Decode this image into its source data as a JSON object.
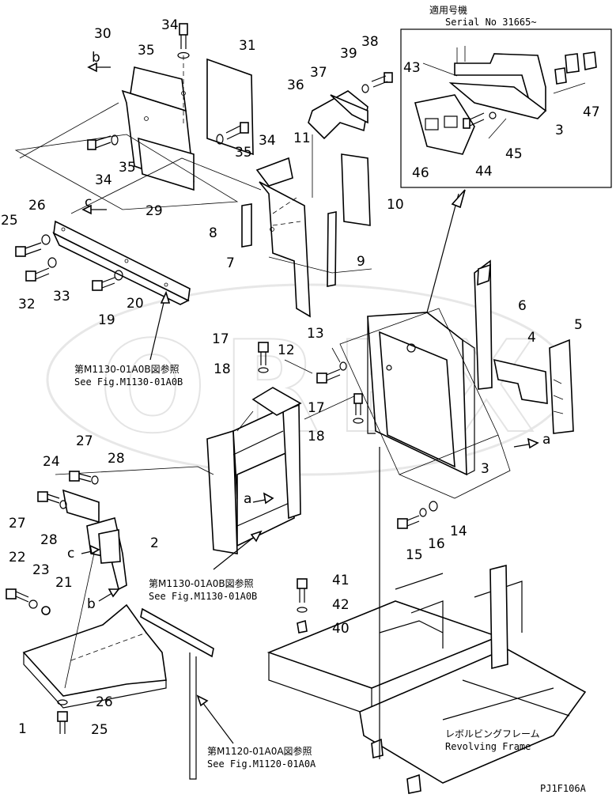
{
  "serial_box": {
    "jp_title": "適用号機",
    "serial": "Serial No 31665~"
  },
  "figure_code": "PJ1F106A",
  "watermark": "OREX",
  "callouts": [
    {
      "id": "c1",
      "text": "1"
    },
    {
      "id": "c2",
      "text": "2"
    },
    {
      "id": "c3a",
      "text": "3"
    },
    {
      "id": "c3b",
      "text": "3"
    },
    {
      "id": "c4",
      "text": "4"
    },
    {
      "id": "c5",
      "text": "5"
    },
    {
      "id": "c6",
      "text": "6"
    },
    {
      "id": "c7",
      "text": "7"
    },
    {
      "id": "c8",
      "text": "8"
    },
    {
      "id": "c9",
      "text": "9"
    },
    {
      "id": "c10",
      "text": "10"
    },
    {
      "id": "c11",
      "text": "11"
    },
    {
      "id": "c12",
      "text": "12"
    },
    {
      "id": "c13",
      "text": "13"
    },
    {
      "id": "c14",
      "text": "14"
    },
    {
      "id": "c15",
      "text": "15"
    },
    {
      "id": "c16",
      "text": "16"
    },
    {
      "id": "c17a",
      "text": "17"
    },
    {
      "id": "c17b",
      "text": "17"
    },
    {
      "id": "c18a",
      "text": "18"
    },
    {
      "id": "c18b",
      "text": "18"
    },
    {
      "id": "c19",
      "text": "19"
    },
    {
      "id": "c20",
      "text": "20"
    },
    {
      "id": "c21",
      "text": "21"
    },
    {
      "id": "c22",
      "text": "22"
    },
    {
      "id": "c23",
      "text": "23"
    },
    {
      "id": "c24",
      "text": "24"
    },
    {
      "id": "c25a",
      "text": "25"
    },
    {
      "id": "c25b",
      "text": "25"
    },
    {
      "id": "c26a",
      "text": "26"
    },
    {
      "id": "c26b",
      "text": "26"
    },
    {
      "id": "c27a",
      "text": "27"
    },
    {
      "id": "c27b",
      "text": "27"
    },
    {
      "id": "c28a",
      "text": "28"
    },
    {
      "id": "c28b",
      "text": "28"
    },
    {
      "id": "c29",
      "text": "29"
    },
    {
      "id": "c30",
      "text": "30"
    },
    {
      "id": "c31",
      "text": "31"
    },
    {
      "id": "c32",
      "text": "32"
    },
    {
      "id": "c33",
      "text": "33"
    },
    {
      "id": "c34a",
      "text": "34"
    },
    {
      "id": "c34b",
      "text": "34"
    },
    {
      "id": "c34c",
      "text": "34"
    },
    {
      "id": "c35a",
      "text": "35"
    },
    {
      "id": "c35b",
      "text": "35"
    },
    {
      "id": "c35c",
      "text": "35"
    },
    {
      "id": "c36",
      "text": "36"
    },
    {
      "id": "c37",
      "text": "37"
    },
    {
      "id": "c38",
      "text": "38"
    },
    {
      "id": "c39",
      "text": "39"
    },
    {
      "id": "c40",
      "text": "40"
    },
    {
      "id": "c41",
      "text": "41"
    },
    {
      "id": "c42",
      "text": "42"
    },
    {
      "id": "c43",
      "text": "43"
    },
    {
      "id": "c44",
      "text": "44"
    },
    {
      "id": "c45",
      "text": "45"
    },
    {
      "id": "c46",
      "text": "46"
    },
    {
      "id": "c47",
      "text": "47"
    }
  ],
  "view_markers": [
    {
      "id": "vb1",
      "text": "b"
    },
    {
      "id": "vb2",
      "text": "b"
    },
    {
      "id": "vc1",
      "text": "c"
    },
    {
      "id": "vc2",
      "text": "c"
    },
    {
      "id": "va1",
      "text": "a"
    },
    {
      "id": "va2",
      "text": "a"
    }
  ],
  "references": [
    {
      "id": "ref1",
      "jp": "第M1130-01A0B図参照",
      "en": "See Fig.M1130-01A0B"
    },
    {
      "id": "ref2",
      "jp": "第M1130-01A0B図参照",
      "en": "See Fig.M1130-01A0B"
    },
    {
      "id": "ref3",
      "jp": "第M1120-01A0A図参照",
      "en": "See Fig.M1120-01A0A"
    }
  ],
  "frame_label": {
    "jp": "レボルビングフレーム",
    "en": "Revolving Frame"
  }
}
